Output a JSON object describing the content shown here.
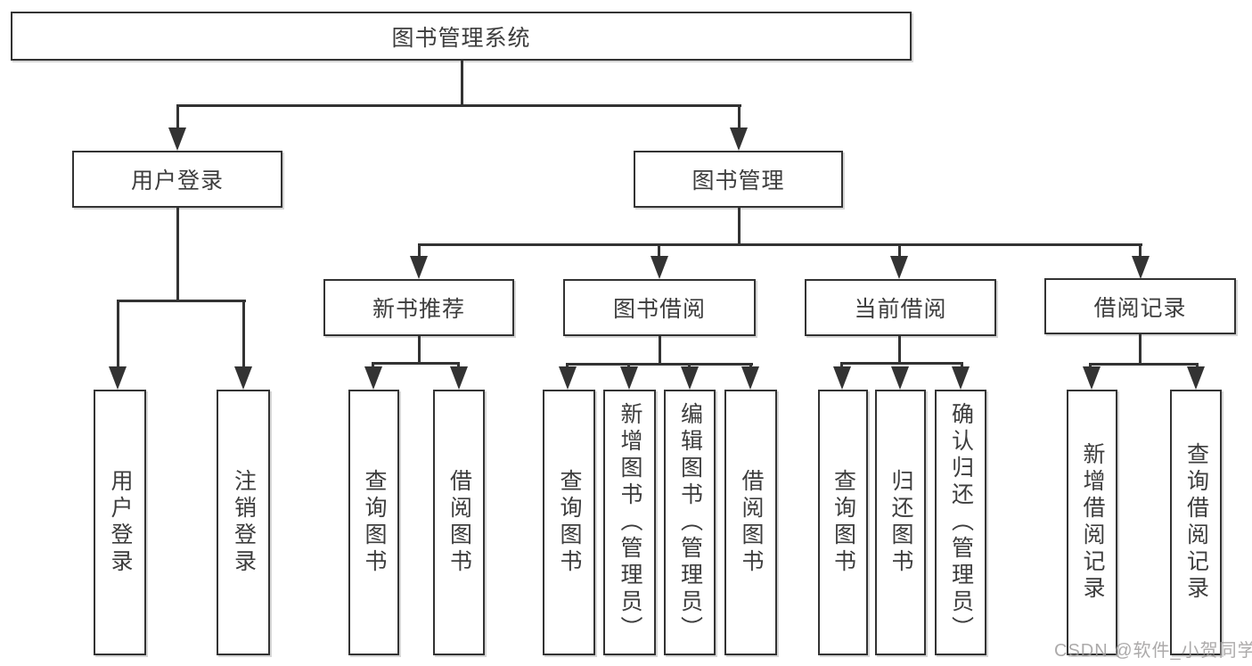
{
  "nodes": {
    "root": {
      "label": "图书管理系统"
    },
    "user_login": {
      "label": "用户登录",
      "children": [
        {
          "label": "用户登录"
        },
        {
          "label": "注销登录"
        }
      ]
    },
    "book_mgmt": {
      "label": "图书管理",
      "sections": [
        {
          "label": "新书推荐",
          "children": [
            {
              "label": "查询图书"
            },
            {
              "label": "借阅图书"
            }
          ]
        },
        {
          "label": "图书借阅",
          "children": [
            {
              "label": "查询图书"
            },
            {
              "label": "新增图书（管理员）"
            },
            {
              "label": "编辑图书（管理员）"
            },
            {
              "label": "借阅图书"
            }
          ]
        },
        {
          "label": "当前借阅",
          "children": [
            {
              "label": "查询图书"
            },
            {
              "label": "归还图书"
            },
            {
              "label": "确认归还（管理员）"
            }
          ]
        },
        {
          "label": "借阅记录",
          "children": [
            {
              "label": "新增借阅记录"
            },
            {
              "label": "查询借阅记录"
            }
          ]
        }
      ]
    }
  },
  "watermark": "CSDN @软件_小贺同学",
  "colors": {
    "line": "#333333",
    "text": "#3d3d3d",
    "watermark": "#9e9b9b",
    "background": "#ffffff"
  }
}
